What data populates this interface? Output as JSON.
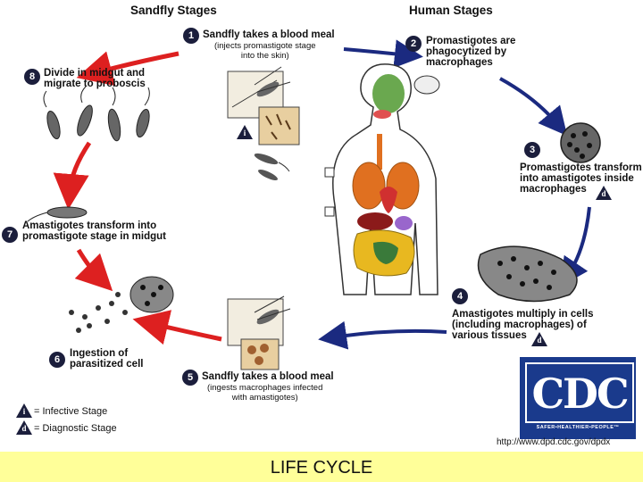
{
  "headers": {
    "sandfly": "Sandfly Stages",
    "human": "Human Stages"
  },
  "steps": [
    {
      "num": "1",
      "title": "Sandfly takes a blood meal",
      "sub": "(injects promastigote stage\ninto the skin)"
    },
    {
      "num": "2",
      "title": "Promastigotes are\nphagocytized by\nmacrophages"
    },
    {
      "num": "3",
      "title": "Promastigotes transform\ninto amastigotes inside\nmacrophages"
    },
    {
      "num": "4",
      "title": "Amastigotes multiply in cells\n(including macrophages) of\nvarious tissues"
    },
    {
      "num": "5",
      "title": "Sandfly takes a blood meal",
      "sub": "(ingests macrophages infected\nwith amastigotes)"
    },
    {
      "num": "6",
      "title": "Ingestion of\nparasitized cell"
    },
    {
      "num": "7",
      "title": "Amastigotes transform into\npromastigote stage in midgut"
    },
    {
      "num": "8",
      "title": "Divide in midgut and\nmigrate to proboscis"
    }
  ],
  "markers": {
    "infective": "i",
    "diagnostic": "d"
  },
  "legend": {
    "infective": "= Infective Stage",
    "diagnostic": "= Diagnostic Stage"
  },
  "logo": {
    "text": "CDC",
    "tagline": "SAFER•HEALTHIER•PEOPLE™"
  },
  "url": "http://www.dpd.cdc.gov/dpdx",
  "footer": "LIFE CYCLE",
  "colors": {
    "red_arrow": "#dd2020",
    "blue_arrow": "#1b2a80",
    "badge": "#1b1e3c",
    "footer_bg": "#ffff99",
    "cdc_blue": "#1a3a8c"
  }
}
